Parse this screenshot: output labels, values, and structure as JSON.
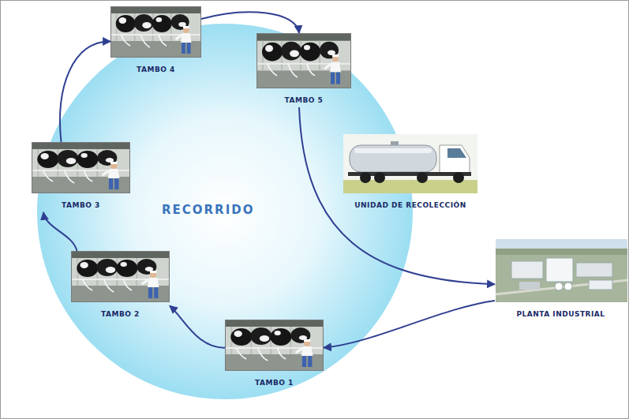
{
  "diagram": {
    "nodes": [
      {
        "text": [
          "RECORRIDO"
        ]
      },
      {
        "text": [
          "TAMBO 1"
        ],
        "in": 0
      },
      {
        "text": [
          "TAMBO 2"
        ],
        "in": 0
      },
      {
        "text": [
          "TAMBO 3"
        ],
        "in": 0
      },
      {
        "text": [
          "TAMBO 4"
        ],
        "in": 0
      },
      {
        "text": [
          "TAMBO 5"
        ],
        "in": 0
      },
      {
        "text": [
          "UNIDAD DE RECOLECCIÓN"
        ]
      },
      {
        "text": [
          "PLANTA INDUSTRIAL"
        ]
      }
    ],
    "edges": [
      {
        "from": 1,
        "to": 2,
        "arrow": "to"
      },
      {
        "from": 2,
        "to": 3,
        "arrow": "to"
      },
      {
        "from": 3,
        "to": 4,
        "arrow": "to"
      },
      {
        "from": 4,
        "to": 5,
        "arrow": "to"
      },
      {
        "from": 5,
        "to": 7,
        "arrow": "to"
      },
      {
        "from": 7,
        "to": 1,
        "arrow": "to"
      }
    ]
  }
}
